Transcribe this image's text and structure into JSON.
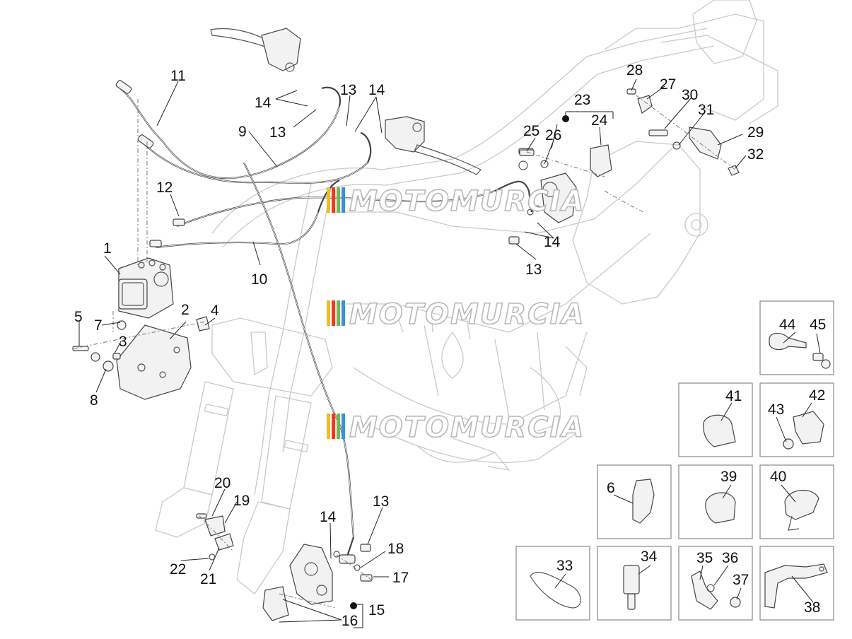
{
  "watermark": {
    "text": "MOTOMURCIA",
    "stripe_colors": [
      "#f2c200",
      "#e83b2a",
      "#6abf4b",
      "#3f8fd2"
    ]
  },
  "callouts": {
    "c1": "1",
    "c2": "2",
    "c3": "3",
    "c4": "4",
    "c5": "5",
    "c6": "6",
    "c7": "7",
    "c8": "8",
    "c9": "9",
    "c10": "10",
    "c11": "11",
    "c12": "12",
    "c13a": "13",
    "c13b": "13",
    "c13c": "13",
    "c13d": "13",
    "c14a": "14",
    "c14b": "14",
    "c14c": "14",
    "c14d": "14",
    "c15": "15",
    "c16": "16",
    "c17": "17",
    "c18": "18",
    "c19": "19",
    "c20": "20",
    "c21": "21",
    "c22": "22",
    "c23": "23",
    "c24": "24",
    "c25": "25",
    "c26": "26",
    "c27": "27",
    "c28": "28",
    "c29": "29",
    "c30": "30",
    "c31": "31",
    "c32": "32",
    "c33": "33",
    "c34": "34",
    "c35": "35",
    "c36": "36",
    "c37": "37",
    "c38": "38",
    "c39": "39",
    "c40": "40",
    "c41": "41",
    "c42": "42",
    "c43": "43",
    "c44": "44",
    "c45": "45"
  }
}
